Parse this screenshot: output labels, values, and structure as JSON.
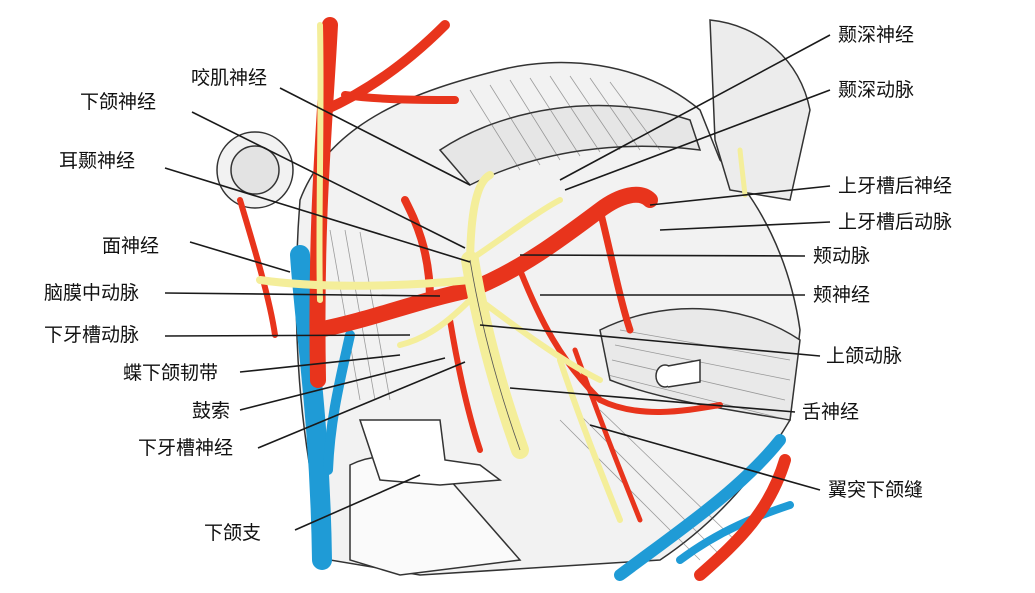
{
  "labels": {
    "left": [
      "咬肌神经",
      "下颌神经",
      "耳颞神经",
      "面神经",
      "脑膜中动脉",
      "下牙槽动脉",
      "蝶下颌韧带",
      "鼓索",
      "下牙槽神经",
      "下颌支"
    ],
    "right": [
      "颞深神经",
      "颞深动脉",
      "上牙槽后神经",
      "上牙槽后动脉",
      "颊动脉",
      "颊神经",
      "上颌动脉",
      "舌神经",
      "翼突下颌缝"
    ]
  },
  "colors": {
    "artery": "#e8341c",
    "vein": "#1f9bd6",
    "nerve": "#f4ee9a",
    "line": "#1a1a1a",
    "muscle": "#f3f3f3"
  }
}
